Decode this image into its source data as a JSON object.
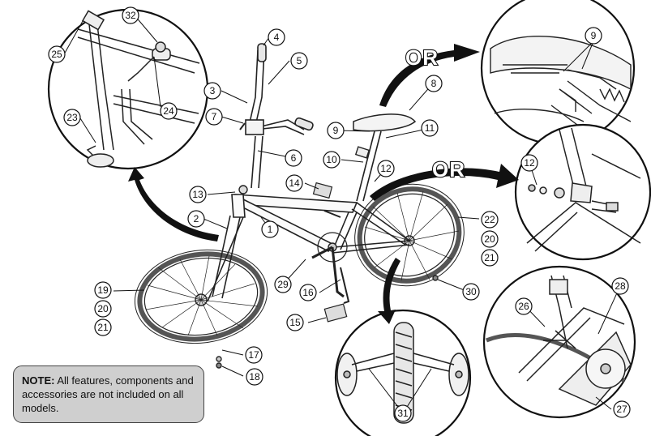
{
  "callouts": {
    "c1": "1",
    "c2": "2",
    "c3": "3",
    "c4": "4",
    "c5": "5",
    "c6": "6",
    "c7": "7",
    "c8": "8",
    "c9a": "9",
    "c9b": "9",
    "c10": "10",
    "c11": "11",
    "c12a": "12",
    "c12b": "12",
    "c13": "13",
    "c14": "14",
    "c15": "15",
    "c16": "16",
    "c17": "17",
    "c18": "18",
    "c19": "19",
    "c20a": "20",
    "c21a": "21",
    "c22": "22",
    "c20b": "20",
    "c21b": "21",
    "c23": "23",
    "c24": "24",
    "c25": "25",
    "c26": "26",
    "c27": "27",
    "c28": "28",
    "c29": "29",
    "c30": "30",
    "c31": "31",
    "c32": "32"
  },
  "or_labels": {
    "top": "OR",
    "middle": "OR"
  },
  "note": {
    "heading": "NOTE:",
    "text": "All features, components and accessories are not included on all models."
  }
}
